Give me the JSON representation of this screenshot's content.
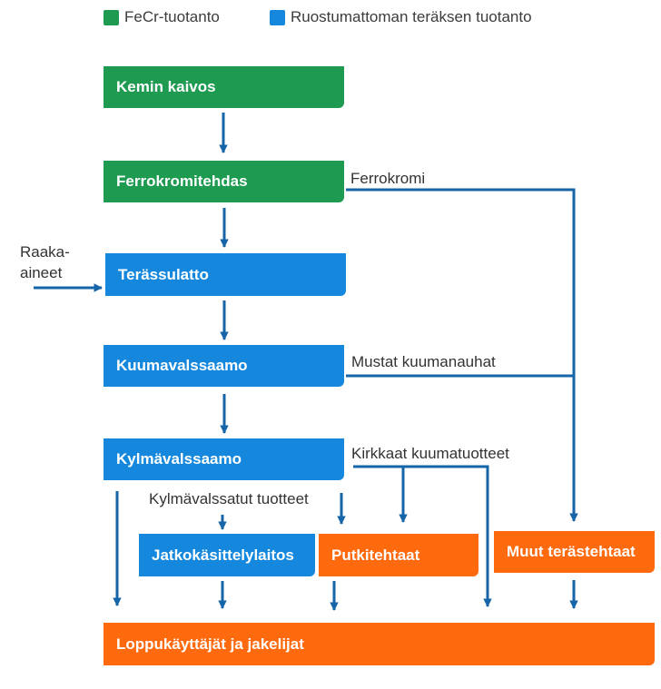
{
  "legend": {
    "fecr": {
      "label": "FeCr-tuotanto",
      "color": "#1e9a51"
    },
    "stainless": {
      "label": "Ruostumattoman teräksen tuotanto",
      "color": "#1588de"
    }
  },
  "colors": {
    "arrow": "#1565a8",
    "green": "#1e9a51",
    "blue": "#1588de",
    "orange": "#ff6a0e"
  },
  "boxes": {
    "kaivos": "Kemin kaivos",
    "ferrokromitehdas": "Ferrokromitehdas",
    "terassulatto": "Terässulatto",
    "kuumavalssaamo": "Kuumavalssaamo",
    "kylmavalssaamo": "Kylmävalssaamo",
    "jatkokasittely": "Jatkokäsittelylaitos",
    "putkitehtaat": "Putkitehtaat",
    "muut": "Muut terästehtaat",
    "loppukayttajat": "Loppukäyttäjät ja jakelijat"
  },
  "labels": {
    "ferrokromi": "Ferrokromi",
    "raaka_line1": "Raaka-",
    "raaka_line2": "aineet",
    "mustat": "Mustat kuumanauhat",
    "kirkkaat": "Kirkkaat kuumatuotteet",
    "kylmavalssatut": "Kylmävalssatut tuotteet"
  }
}
